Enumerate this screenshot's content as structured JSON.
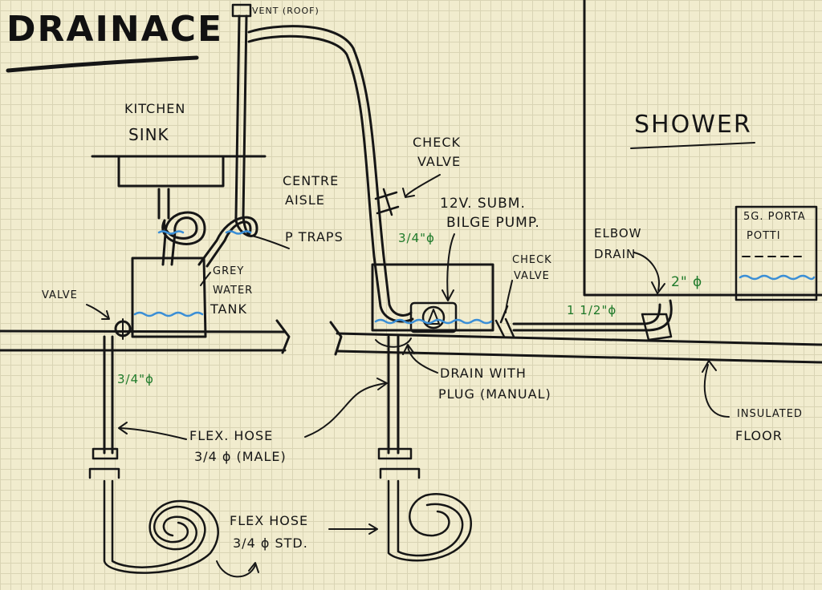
{
  "title": "DRAINACE",
  "labels": {
    "vent": "VENT (ROOF)",
    "kitchen_sink_1": "KITCHEN",
    "kitchen_sink_2": "SINK",
    "centre_aisle_1": "CENTRE",
    "centre_aisle_2": "AISLE",
    "p_traps": "P TRAPS",
    "grey_water_1": "GREY",
    "grey_water_2": "WATER",
    "grey_water_3": "TANK",
    "valve": "VALVE",
    "check_valve_top_1": "CHECK",
    "check_valve_top_2": "VALVE",
    "pump_1": "12V. SUBM.",
    "pump_2": "BILGE PUMP.",
    "check_valve_right_1": "CHECK",
    "check_valve_right_2": "VALVE",
    "shower": "SHOWER",
    "elbow_1": "ELBOW",
    "elbow_2": "DRAIN",
    "porta_1": "5G. PORTA",
    "porta_2": "POTTI",
    "drain_plug_1": "DRAIN WITH",
    "drain_plug_2": "PLUG (MANUAL)",
    "flex_male_1": "FLEX. HOSE",
    "flex_male_2": "3/4 ϕ (MALE)",
    "flex_std_1": "FLEX HOSE",
    "flex_std_2": "3/4 ϕ  STD.",
    "insulated_1": "INSULATED",
    "insulated_2": "FLOOR"
  },
  "sizes": {
    "pump_hose": "3/4\"ϕ",
    "valve_hose": "3/4\"ϕ",
    "shower_line": "1 1/2\"ϕ",
    "elbow": "2\" ϕ"
  },
  "colors": {
    "ink": "#161616",
    "water": "#3b8fd6",
    "size_note": "#1f7a2a",
    "paper": "#f1ecce"
  }
}
